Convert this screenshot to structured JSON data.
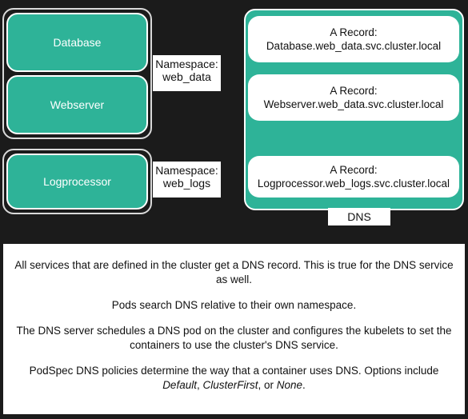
{
  "services": {
    "database": "Database",
    "webserver": "Webserver",
    "logprocessor": "Logprocessor"
  },
  "namespaces": {
    "web_data": {
      "line1": "Namespace:",
      "line2": "web_data"
    },
    "web_logs": {
      "line1": "Namespace:",
      "line2": "web_logs"
    }
  },
  "dns": {
    "label": "DNS",
    "records": [
      {
        "type": "A Record:",
        "fqdn": "Database.web_data.svc.cluster.local"
      },
      {
        "type": "A Record:",
        "fqdn": "Webserver.web_data.svc.cluster.local"
      },
      {
        "type": "A Record:",
        "fqdn": "Logprocessor.web_logs.svc.cluster.local"
      }
    ]
  },
  "notes": {
    "p1": "All services that are defined in the cluster get a DNS record. This is true for the DNS service as well.",
    "p2": "Pods search DNS relative to their own namespace.",
    "p3": "The DNS server schedules a DNS pod on the cluster and configures the kubelets to set the containers to use the cluster's DNS service.",
    "p4_prefix": "PodSpec DNS policies determine the way that a container uses DNS. Options include ",
    "p4_opt1": "Default",
    "p4_sep1": ", ",
    "p4_opt2": "ClusterFirst",
    "p4_sep2": ", or ",
    "p4_opt3": "None",
    "p4_suffix": "."
  }
}
